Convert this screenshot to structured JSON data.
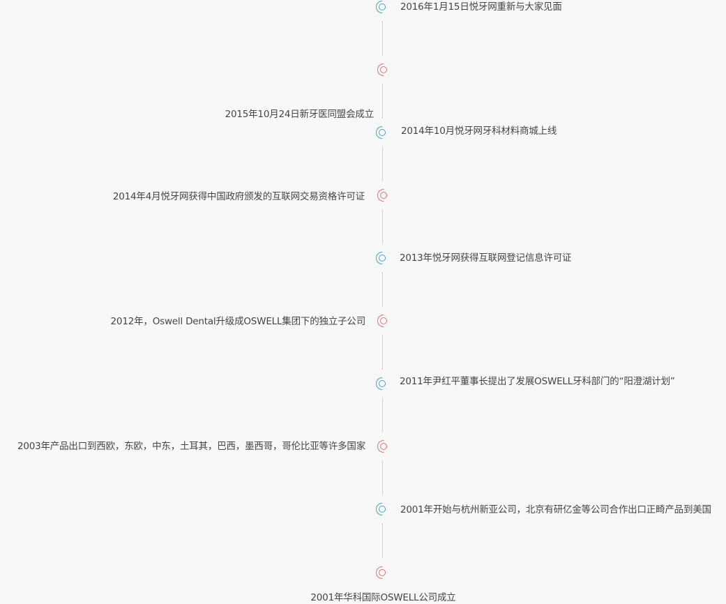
{
  "colors": {
    "background": "#f8f8f8",
    "line": "#d0d0d0",
    "node_blue": "#3aa6c9",
    "node_red": "#e2736d",
    "text": "#444444"
  },
  "timeline": {
    "events": [
      {
        "text": "2016年1月15日悦牙网重新与大家见面",
        "color": "blue",
        "icon": "ring-marker-icon"
      },
      {
        "text": "2015年10月24日新牙医同盟会成立",
        "color": "red",
        "icon": "ring-marker-icon"
      },
      {
        "text": "2014年10月悦牙网牙科材料商城上线",
        "color": "blue",
        "icon": "ring-marker-icon"
      },
      {
        "text": "2014年4月悦牙网获得中国政府颁发的互联网交易资格许可证",
        "color": "red",
        "icon": "ring-marker-icon"
      },
      {
        "text": "2013年悦牙网获得互联网登记信息许可证",
        "color": "blue",
        "icon": "ring-marker-icon"
      },
      {
        "text": "2012年，Oswell Dental升级成OSWELL集团下的独立子公司",
        "color": "red",
        "icon": "ring-marker-icon"
      },
      {
        "text": "2011年尹红平董事长提出了发展OSWELL牙科部门的“阳澄湖计划”",
        "color": "blue",
        "icon": "ring-marker-icon"
      },
      {
        "text": "2003年产品出口到西欧，东欧，中东，土耳其，巴西，墨西哥，哥伦比亚等许多国家",
        "color": "red",
        "icon": "ring-marker-icon"
      },
      {
        "text": "2001年开始与杭州新亚公司，北京有研亿金等公司合作出口正畸产品到美国",
        "color": "blue",
        "icon": "ring-marker-icon"
      },
      {
        "text": "2001年华科国际OSWELL公司成立",
        "color": "red",
        "icon": "ring-marker-icon"
      }
    ]
  }
}
